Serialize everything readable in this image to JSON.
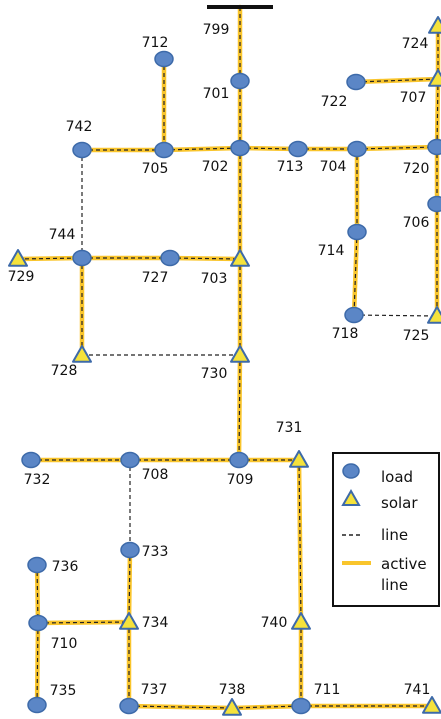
{
  "colors": {
    "load": "#5b86c6",
    "load_stroke": "#3d6aa9",
    "solar_fill": "#f5e23b",
    "solar_stroke": "#3d6aa9",
    "active_line": "#f9c52c",
    "line": "#222222"
  },
  "nodes": {
    "799": {
      "label": "799",
      "type": "source"
    },
    "701": {
      "label": "701",
      "type": "load"
    },
    "712": {
      "label": "712",
      "type": "load"
    },
    "742": {
      "label": "742",
      "type": "load"
    },
    "705": {
      "label": "705",
      "type": "load"
    },
    "702": {
      "label": "702",
      "type": "load"
    },
    "713": {
      "label": "713",
      "type": "load"
    },
    "704": {
      "label": "704",
      "type": "load"
    },
    "720": {
      "label": "720",
      "type": "load"
    },
    "722": {
      "label": "722",
      "type": "load"
    },
    "707": {
      "label": "707",
      "type": "solar"
    },
    "724": {
      "label": "724",
      "type": "solar"
    },
    "706": {
      "label": "706",
      "type": "load"
    },
    "714": {
      "label": "714",
      "type": "load"
    },
    "718": {
      "label": "718",
      "type": "load"
    },
    "725": {
      "label": "725",
      "type": "solar"
    },
    "744": {
      "label": "744",
      "type": "load"
    },
    "729": {
      "label": "729",
      "type": "solar"
    },
    "727": {
      "label": "727",
      "type": "load"
    },
    "703": {
      "label": "703",
      "type": "solar"
    },
    "728": {
      "label": "728",
      "type": "solar"
    },
    "730": {
      "label": "730",
      "type": "solar"
    },
    "732": {
      "label": "732",
      "type": "load"
    },
    "708": {
      "label": "708",
      "type": "load"
    },
    "709": {
      "label": "709",
      "type": "load"
    },
    "731": {
      "label": "731",
      "type": "solar"
    },
    "733": {
      "label": "733",
      "type": "load"
    },
    "736": {
      "label": "736",
      "type": "load"
    },
    "710": {
      "label": "710",
      "type": "load"
    },
    "734": {
      "label": "734",
      "type": "solar"
    },
    "740": {
      "label": "740",
      "type": "solar"
    },
    "735": {
      "label": "735",
      "type": "load"
    },
    "737": {
      "label": "737",
      "type": "load"
    },
    "738": {
      "label": "738",
      "type": "solar"
    },
    "711": {
      "label": "711",
      "type": "load"
    },
    "741": {
      "label": "741",
      "type": "solar"
    }
  },
  "edges": [
    {
      "from": "799",
      "to": "701",
      "active": true
    },
    {
      "from": "701",
      "to": "702",
      "active": true
    },
    {
      "from": "712",
      "to": "705",
      "active": true
    },
    {
      "from": "742",
      "to": "705",
      "active": true
    },
    {
      "from": "705",
      "to": "702",
      "active": true
    },
    {
      "from": "702",
      "to": "713",
      "active": true
    },
    {
      "from": "713",
      "to": "704",
      "active": true
    },
    {
      "from": "704",
      "to": "720",
      "active": true
    },
    {
      "from": "722",
      "to": "707",
      "active": true
    },
    {
      "from": "707",
      "to": "724",
      "active": true
    },
    {
      "from": "707",
      "to": "720",
      "active": true
    },
    {
      "from": "720",
      "to": "706",
      "active": true
    },
    {
      "from": "706",
      "to": "725",
      "active": true
    },
    {
      "from": "704",
      "to": "714",
      "active": true
    },
    {
      "from": "714",
      "to": "718",
      "active": true
    },
    {
      "from": "718",
      "to": "725",
      "active": false
    },
    {
      "from": "742",
      "to": "744",
      "active": false
    },
    {
      "from": "702",
      "to": "703",
      "active": true
    },
    {
      "from": "703",
      "to": "730",
      "active": true
    },
    {
      "from": "729",
      "to": "744",
      "active": true
    },
    {
      "from": "744",
      "to": "727",
      "active": true
    },
    {
      "from": "727",
      "to": "703",
      "active": true
    },
    {
      "from": "744",
      "to": "728",
      "active": true
    },
    {
      "from": "728",
      "to": "730",
      "active": false
    },
    {
      "from": "730",
      "to": "709",
      "active": true
    },
    {
      "from": "732",
      "to": "708",
      "active": true
    },
    {
      "from": "708",
      "to": "709",
      "active": true
    },
    {
      "from": "709",
      "to": "731",
      "active": true
    },
    {
      "from": "708",
      "to": "733",
      "active": false
    },
    {
      "from": "733",
      "to": "734",
      "active": true
    },
    {
      "from": "734",
      "to": "737",
      "active": true
    },
    {
      "from": "736",
      "to": "710",
      "active": true
    },
    {
      "from": "710",
      "to": "734",
      "active": true
    },
    {
      "from": "710",
      "to": "735",
      "active": true
    },
    {
      "from": "731",
      "to": "740",
      "active": true
    },
    {
      "from": "740",
      "to": "711",
      "active": true
    },
    {
      "from": "737",
      "to": "738",
      "active": true
    },
    {
      "from": "738",
      "to": "711",
      "active": true
    },
    {
      "from": "711",
      "to": "741",
      "active": true
    }
  ],
  "legend": {
    "load": "load",
    "solar": "solar",
    "line": "line",
    "active_line_1": "active",
    "active_line_2": "line"
  }
}
